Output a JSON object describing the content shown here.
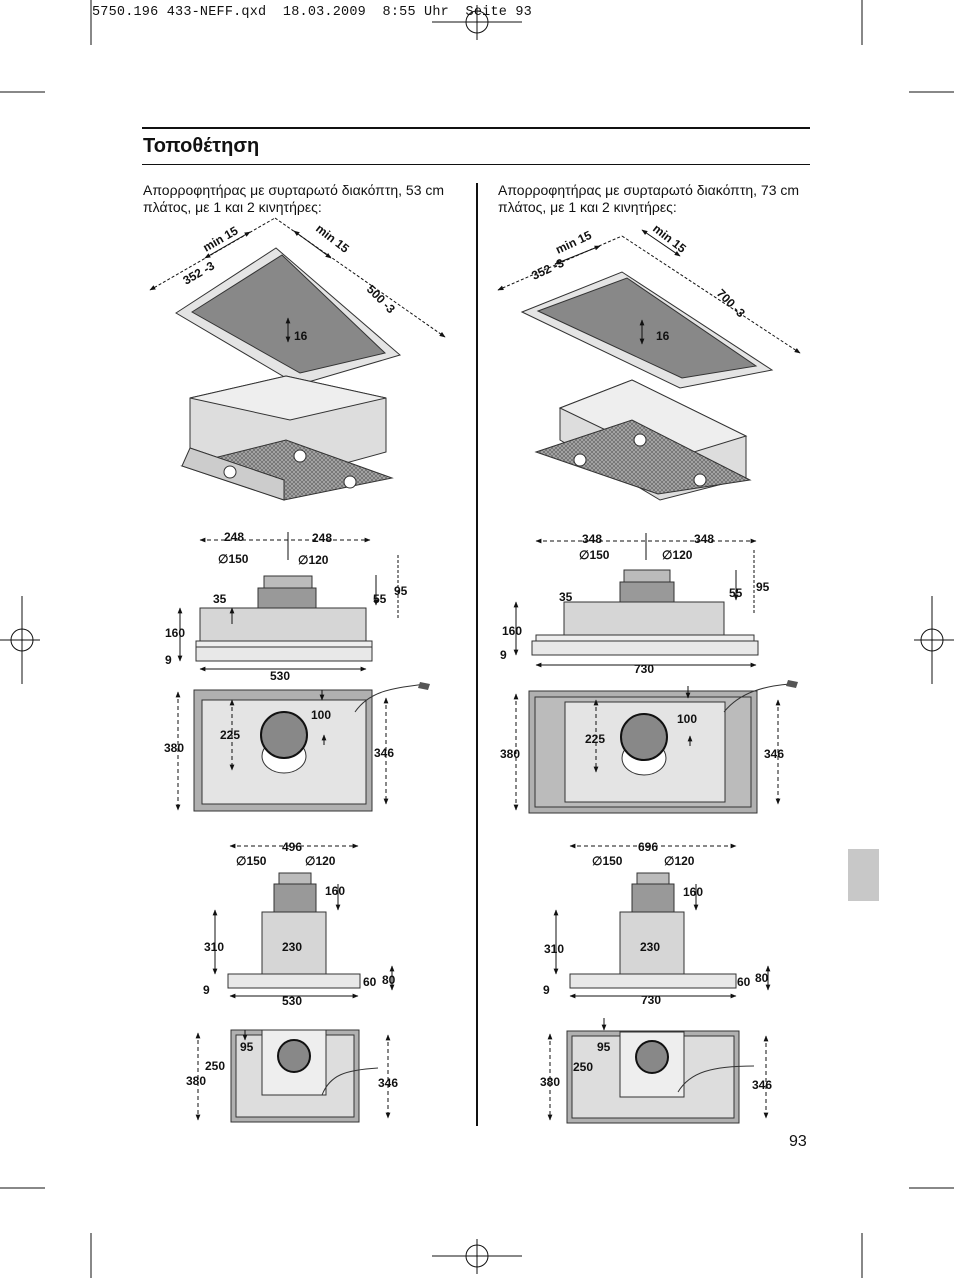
{
  "print_header": "5750.196 433-NEFF.qxd  18.03.2009  8:55 Uhr  Seite 93",
  "title": "Τοποθέτηση",
  "left_intro": "Απορροφητήρας με συρταρωτό διακόπτη, 53 cm πλάτος, με 1 και 2 κινητήρες:",
  "right_intro": "Απορροφητήρας με συρταρωτό διακόπτη, 73 cm πλάτος, με 1 και 2 κινητήρες:",
  "page_number": "93",
  "left": {
    "cutout": {
      "min_a": "min 15",
      "min_b": "min 15",
      "width": "352 -3",
      "depth": "500 -3",
      "frame": "16"
    },
    "front": {
      "w1": "248",
      "w2": "248",
      "d1": "∅150",
      "d2": "∅120",
      "h35": "35",
      "h55": "55",
      "h95": "95",
      "h160": "160",
      "h9": "9",
      "width": "530"
    },
    "top": {
      "d380": "380",
      "d100": "100",
      "d225": "225",
      "d346": "346"
    },
    "side": {
      "w496": "496",
      "d1": "∅150",
      "d2": "∅120",
      "h160": "160",
      "h310": "310",
      "w230": "230",
      "h60": "60",
      "h80": "80",
      "h9": "9",
      "width": "530"
    },
    "plan": {
      "w95": "95",
      "d250": "250",
      "d380": "380",
      "d346": "346"
    }
  },
  "right": {
    "cutout": {
      "min_a": "min 15",
      "min_b": "min 15",
      "width": "352 -3",
      "depth": "700 -3",
      "frame": "16"
    },
    "front": {
      "w1": "348",
      "w2": "348",
      "d1": "∅150",
      "d2": "∅120",
      "h35": "35",
      "h55": "55",
      "h95": "95",
      "h160": "160",
      "h9": "9",
      "width": "730"
    },
    "top": {
      "d380": "380",
      "d100": "100",
      "d225": "225",
      "d346": "346"
    },
    "side": {
      "w696": "696",
      "d1": "∅150",
      "d2": "∅120",
      "h160": "160",
      "h310": "310",
      "w230": "230",
      "h60": "60",
      "h80": "80",
      "h9": "9",
      "width": "730"
    },
    "plan": {
      "w95": "95",
      "d250": "250",
      "d380": "380",
      "d346": "346"
    }
  }
}
